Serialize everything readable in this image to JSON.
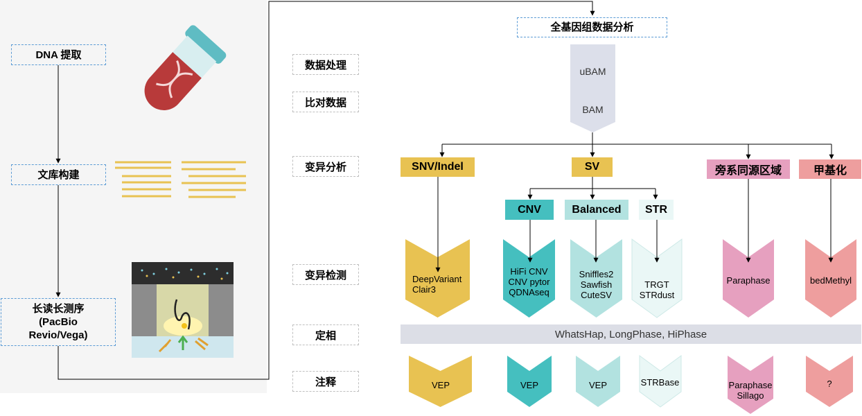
{
  "workflow": {
    "dna_extraction": "DNA 提取",
    "library_construction": "文库构建",
    "long_read_sequencing": [
      "长读长测序",
      "(PacBio",
      "Revio/Vega)"
    ],
    "whole_genome_analysis": "全基因组数据分析"
  },
  "steps": {
    "data_processing": "数据处理",
    "alignment": "比对数据",
    "variant_analysis": "变异分析",
    "variant_detection": "变异检测",
    "phasing": "定相",
    "annotation": "注释"
  },
  "processing": {
    "ubam": "uBAM",
    "bam": "BAM"
  },
  "categories": {
    "snv_indel": "SNV/Indel",
    "sv": "SV",
    "paralog": "旁系同源区域",
    "methylation": "甲基化",
    "cnv": "CNV",
    "balanced": "Balanced",
    "str": "STR"
  },
  "tools": {
    "snv": [
      "DeepVariant",
      "Clair3"
    ],
    "cnv": [
      "HiFi CNV",
      "CNV pytor",
      "QDNAseq"
    ],
    "balanced": [
      "Sniffles2",
      "Sawfish",
      "CuteSV"
    ],
    "str": [
      "TRGT",
      "STRdust"
    ],
    "paralog": [
      "Paraphase"
    ],
    "methylation": [
      "bedMethyl"
    ]
  },
  "phasing_tools": "WhatsHap, LongPhase, HiPhase",
  "annotation_tools": {
    "snv": "VEP",
    "cnv": "VEP",
    "balanced": "VEP",
    "str": "STRBase",
    "paralog": [
      "Paraphase",
      "Sillago"
    ],
    "methylation": "?"
  },
  "colors": {
    "snv": "#e8c252",
    "sv": "#e8c252",
    "cnv": "#45bfbf",
    "balanced": "#b2e2e0",
    "str": "#eaf7f6",
    "paralog": "#e6a0bf",
    "methylation": "#ee9e9e",
    "processing": "#dcdfea",
    "phasing": "#dcdee6"
  }
}
